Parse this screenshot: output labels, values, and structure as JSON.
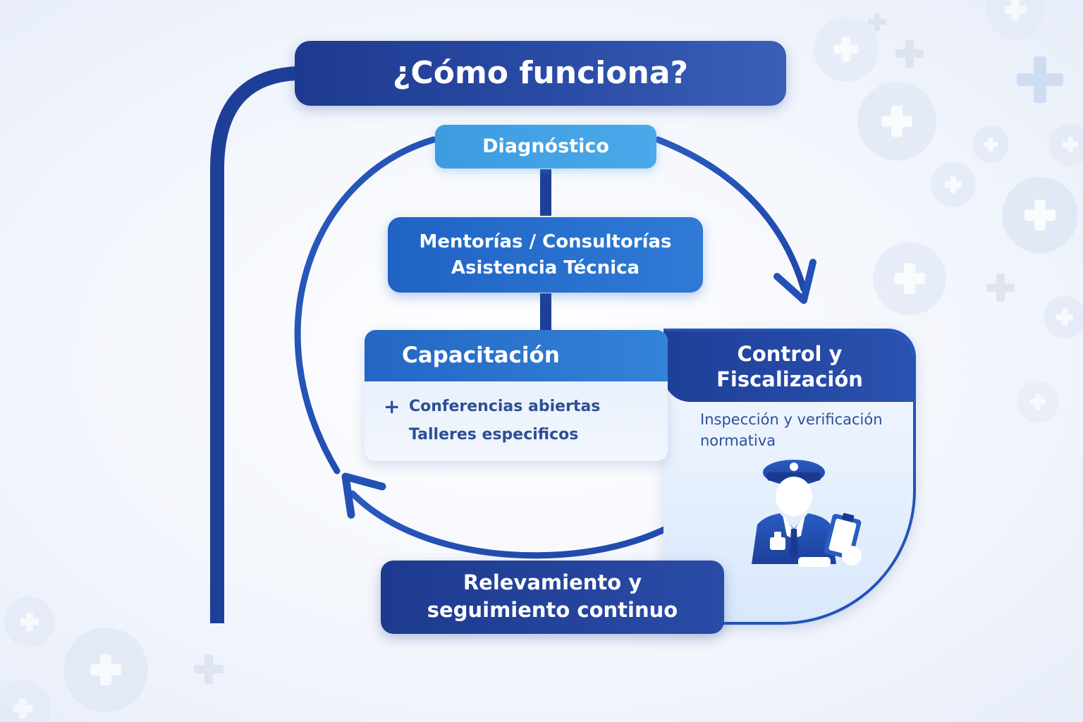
{
  "title": "¿Cómo funciona?",
  "steps": {
    "diagnostico": "Diagnóstico",
    "mentorias_line1": "Mentorías / Consultorías",
    "mentorias_line2": "Asistencia Técnica",
    "capacitacion": {
      "title": "Capacitación",
      "items": [
        "Conferencias abiertas",
        "Talleres especificos"
      ],
      "bullet": "+"
    },
    "control": {
      "title_line1": "Control y",
      "title_line2": "Fiscalización",
      "desc_line1": "Inspección y verificación",
      "desc_line2": "normativa"
    },
    "relevamiento_line1": "Relevamiento y",
    "relevamiento_line2": "seguimiento continuo"
  },
  "icons": {
    "officer": "police-officer-icon",
    "background": "medical-cross-icon"
  },
  "colors": {
    "navy": "#1d3a8f",
    "blue": "#2466c4",
    "light_blue": "#4aa9ea",
    "text_blue": "#2c4f96",
    "bg": "#f3f6fc"
  }
}
